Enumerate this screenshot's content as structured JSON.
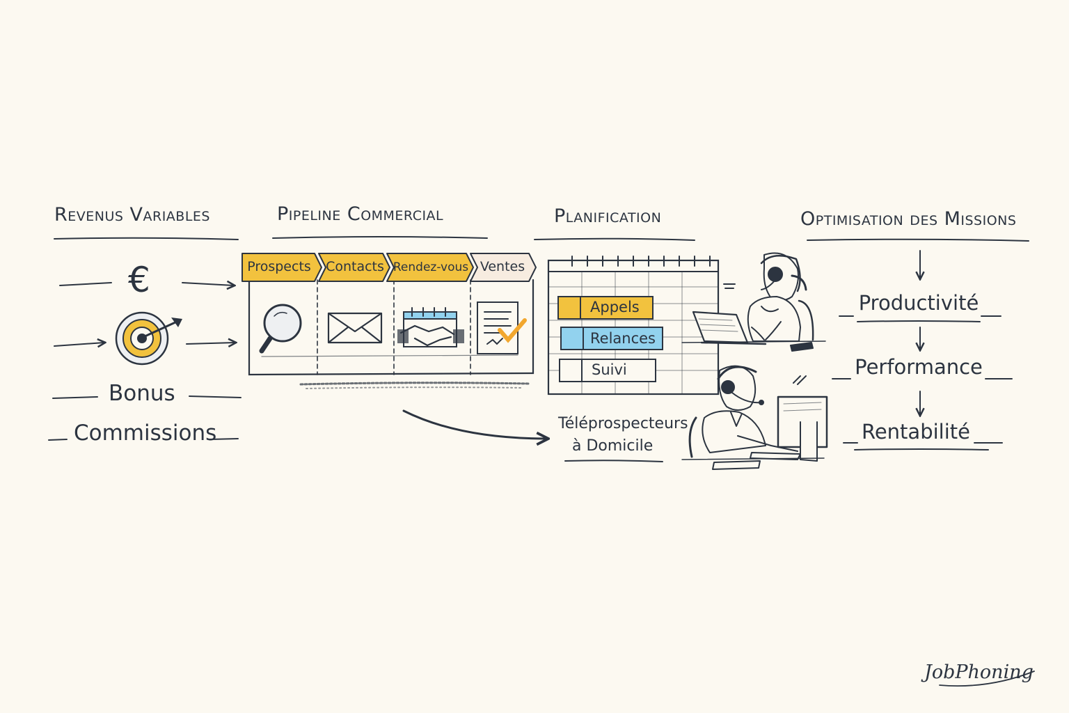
{
  "columns": {
    "revenus": {
      "title": "Revenus Variables",
      "currency_symbol": "€",
      "items": [
        "Bonus",
        "Commissions"
      ]
    },
    "pipeline": {
      "title": "Pipeline Commercial",
      "stages": [
        "Prospects",
        "Contacts",
        "Rendez-vous",
        "Ventes"
      ]
    },
    "planification": {
      "title": "Planification",
      "bars": [
        "Appels",
        "Relances",
        "Suivi"
      ],
      "caption_line1": "Téléprospecteurs",
      "caption_line2": "à Domicile"
    },
    "optimisation": {
      "title": "Optimisation des Missions",
      "steps": [
        "Productivité",
        "Performance",
        "Rentabilité"
      ]
    }
  },
  "brand": {
    "logo_text": "JobPhoning"
  },
  "colors": {
    "ink": "#2c3440",
    "yellow": "#f2c23e",
    "blue": "#92d2ee",
    "background": "#fcf9f1",
    "ventes_tab": "#f7ece0"
  }
}
